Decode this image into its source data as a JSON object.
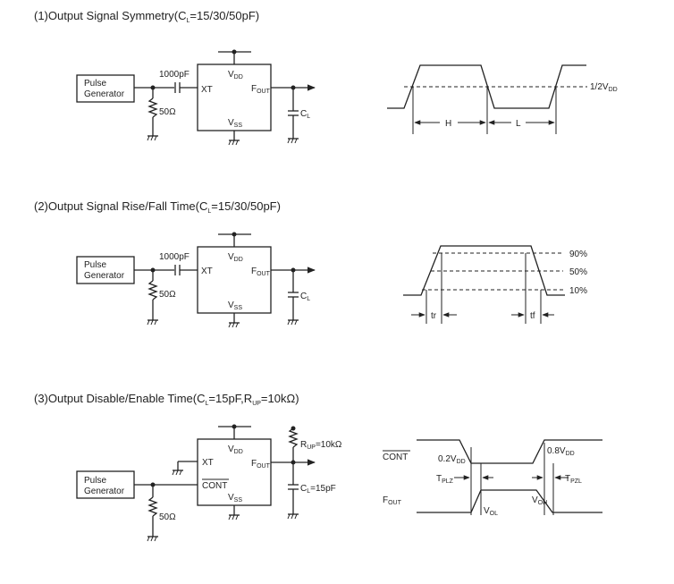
{
  "headings": {
    "s1": "(1)Output Signal Symmetry(C",
    "s1_sub": "L",
    "s1_tail": "=15/30/50pF)",
    "s2": "(2)Output Signal Rise/Fall Time(C",
    "s2_sub": "L",
    "s2_tail": "=15/30/50pF)",
    "s3": "(3)Output Disable/Enable Time(C",
    "s3_sub": "L",
    "s3_mid": "=15pF,R",
    "s3_sub2": "UP",
    "s3_tail": "=10kΩ)"
  },
  "labels": {
    "pulse": "Pulse",
    "generator": "Generator",
    "cap1000": "1000pF",
    "xt": "XT",
    "vdd_v": "V",
    "vdd_sub": "DD",
    "vss_v": "V",
    "vss_sub": "SS",
    "fout_f": "F",
    "fout_sub": "OUT",
    "cl_c": "C",
    "cl_sub": "L",
    "r50": "50Ω",
    "cont": "CONT",
    "rup_r": "R",
    "rup_sub": "UP",
    "rup_val": "=10kΩ",
    "cl15": "=15pF"
  },
  "wave1": {
    "half_prefix": "1/2V",
    "half_sub": "DD",
    "h": "H",
    "l": "L"
  },
  "wave2": {
    "p90": "90%",
    "p50": "50%",
    "p10": "10%",
    "tr": "tr",
    "tf": "tf"
  },
  "wave3": {
    "cont": "CONT",
    "v02": "0.2V",
    "v02_sub": "DD",
    "v08": "0.8V",
    "v08_sub": "DD",
    "tplz": "T",
    "tplz_sub": "PLZ",
    "tpzl": "T",
    "tpzl_sub": "PZL",
    "fout": "F",
    "fout_sub": "OUT",
    "vol": "V",
    "vol_sub": "OL",
    "voh": "V",
    "voh_sub": "OH"
  }
}
